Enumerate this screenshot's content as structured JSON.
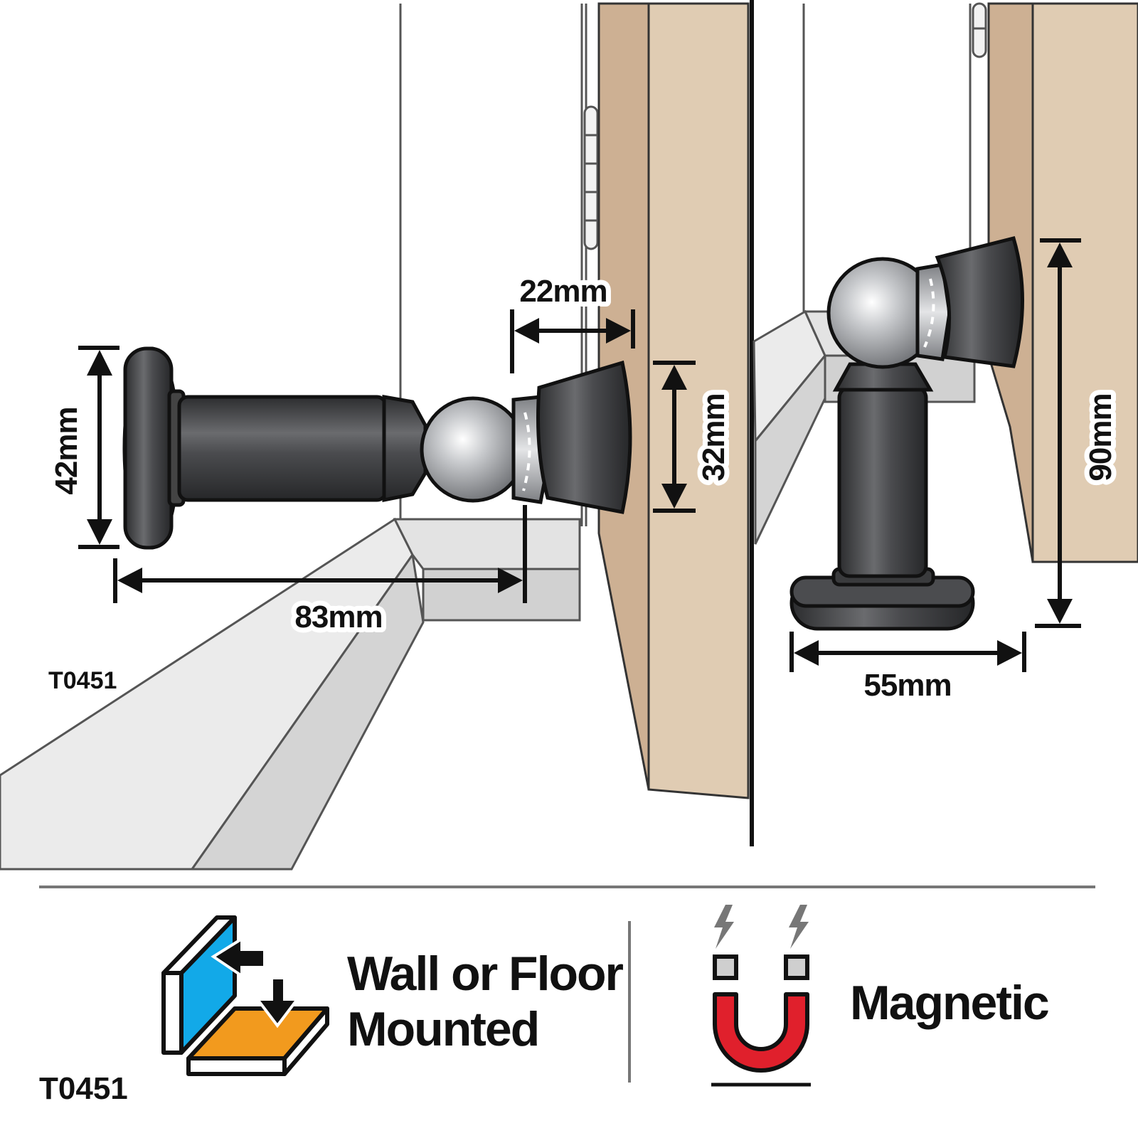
{
  "product_code_top": "T0451",
  "product_code_bottom": "T0451",
  "dimensions": {
    "wall_plate_diameter": "42mm",
    "wall_length": "83mm",
    "door_catch_offset": "22mm",
    "catch_height": "32mm",
    "floor_height": "90mm",
    "floor_base_diameter": "55mm"
  },
  "features": {
    "mounting_line1": "Wall or Floor",
    "mounting_line2": "Mounted",
    "magnetic": "Magnetic"
  },
  "colors": {
    "door_wood": "#e0ccb3",
    "door_wood_dark": "#cdb093",
    "floor_light": "#ebebeb",
    "floor_mid": "#d7d7d7",
    "stopper_dark": "#333436",
    "chrome": "#bfc1c4",
    "icon_wall_blue": "#12a9e8",
    "icon_floor_orange": "#f29a1e",
    "magnet_red": "#e0202c"
  },
  "icons": [
    "wall-floor-mount-icon",
    "magnet-icon",
    "lightning-icon"
  ]
}
